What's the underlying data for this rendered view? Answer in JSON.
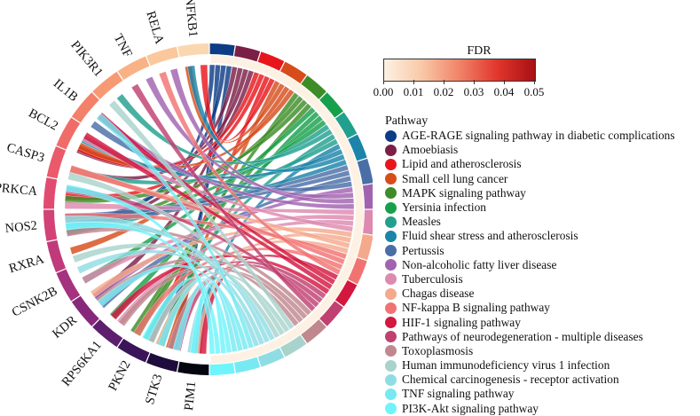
{
  "colorbar": {
    "title": "FDR",
    "tick_labels": [
      "0.00",
      "0.01",
      "0.02",
      "0.03",
      "0.04",
      "0.05"
    ],
    "gradient": [
      "#fdf1e4",
      "#f9c8a7",
      "#f08368",
      "#e1362c",
      "#a80f14"
    ]
  },
  "legend": {
    "title": "Pathway",
    "items": [
      {
        "label": "AGE-RAGE signaling pathway in diabetic complications",
        "color": "#0c3c85"
      },
      {
        "label": "Amoebiasis",
        "color": "#7b1f47"
      },
      {
        "label": "Lipid and atherosclerosis",
        "color": "#e8161c"
      },
      {
        "label": "Small cell lung cancer",
        "color": "#d64d1b"
      },
      {
        "label": "MAPK signaling pathway",
        "color": "#3d8c27"
      },
      {
        "label": "Yersinia infection",
        "color": "#17a04b"
      },
      {
        "label": "Measles",
        "color": "#21a08d"
      },
      {
        "label": "Fluid shear stress and atherosclerosis",
        "color": "#1b84a8"
      },
      {
        "label": "Pertussis",
        "color": "#4a6ea6"
      },
      {
        "label": "Non-alcoholic fatty liver disease",
        "color": "#a163b0"
      },
      {
        "label": "Tuberculosis",
        "color": "#de89b0"
      },
      {
        "label": "Chagas disease",
        "color": "#f4a98c"
      },
      {
        "label": "NF-kappa B signaling pathway",
        "color": "#f07372"
      },
      {
        "label": "HIF-1 signaling pathway",
        "color": "#d3173f"
      },
      {
        "label": "Pathways of neurodegeneration - multiple diseases",
        "color": "#c0406f"
      },
      {
        "label": "Toxoplasmosis",
        "color": "#c0888e"
      },
      {
        "label": "Human immunodeficiency virus 1 infection",
        "color": "#a8d3cc"
      },
      {
        "label": "Chemical carcinogenesis - receptor activation",
        "color": "#8fdde4"
      },
      {
        "label": "TNF signaling pathway",
        "color": "#77e9f2"
      },
      {
        "label": "PI3K-Akt signaling pathway",
        "color": "#6ef4fb"
      }
    ]
  },
  "genes": [
    {
      "label": "NFKB1",
      "color": "#fbd7b0"
    },
    {
      "label": "RELA",
      "color": "#fbc79c"
    },
    {
      "label": "TNF",
      "color": "#f9b285"
    },
    {
      "label": "PIK3R1",
      "color": "#f69a74"
    },
    {
      "label": "IL1B",
      "color": "#f38069"
    },
    {
      "label": "BCL2",
      "color": "#ef6c68"
    },
    {
      "label": "CASP3",
      "color": "#ea5a6a"
    },
    {
      "label": "PRKCA",
      "color": "#e24b70"
    },
    {
      "label": "NOS2",
      "color": "#d44176"
    },
    {
      "label": "RXRA",
      "color": "#c03a7b"
    },
    {
      "label": "CSNK2B",
      "color": "#a5327e"
    },
    {
      "label": "KDR",
      "color": "#86297c"
    },
    {
      "label": "RPS6KA1",
      "color": "#5e1e6e"
    },
    {
      "label": "PKN2",
      "color": "#3b1559"
    },
    {
      "label": "STK3",
      "color": "#1e0c3c"
    },
    {
      "label": "PIM1",
      "color": "#050510"
    }
  ]
}
